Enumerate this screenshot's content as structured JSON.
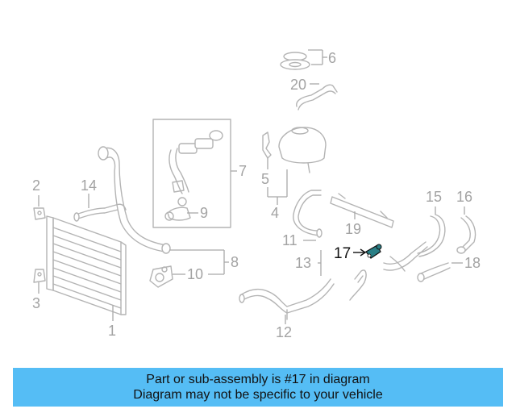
{
  "diagram": {
    "callouts": {
      "c1": "1",
      "c2": "2",
      "c3": "3",
      "c4": "4",
      "c5": "5",
      "c6": "6",
      "c7": "7",
      "c8": "8",
      "c9": "9",
      "c10": "10",
      "c11": "11",
      "c12": "12",
      "c13": "13",
      "c14": "14",
      "c15": "15",
      "c16": "16",
      "c17": "17",
      "c18": "18",
      "c19": "19",
      "c20": "20"
    },
    "highlighted_part": "17",
    "highlight_color": "#2a7f86"
  },
  "banner": {
    "line1": "Part or sub-assembly is #17 in diagram",
    "line2": "Diagram may not be specific to your vehicle",
    "background": "#55bdf5"
  }
}
